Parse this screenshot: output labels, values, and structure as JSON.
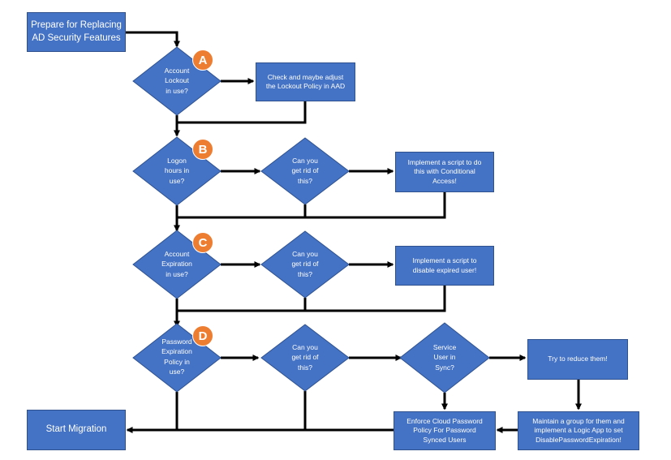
{
  "nodes": {
    "start": "Prepare for Replacing\nAD Security Features",
    "lockout_q": "Account\nLockout\nin use?",
    "lockout_action": "Check and maybe adjust\nthe Lockout Policy in AAD",
    "logon_q": "Logon\nhours in\nuse?",
    "logon_rid": "Can you\nget rid of\nthis?",
    "logon_action": "Implement a script to do\nthis with Conditional\nAccess!",
    "expiration_q": "Account\nExpiration\nin use?",
    "expiration_rid": "Can you\nget rid of\nthis?",
    "expiration_action": "Implement a script to\ndisable expired user!",
    "password_q": "Password\nExpiration\nPolicy in\nuse?",
    "password_rid": "Can you\nget rid of\nthis?",
    "service_q": "Service\nUser in\nSync?",
    "reduce_action": "Try to reduce them!",
    "maintain_action": "Maintain a group for them and\nimplement a Logic App to set\nDisablePasswordExpiration!",
    "enforce_action": "Enforce Cloud Password\nPolicy For Password\nSynced Users",
    "end": "Start Migration"
  },
  "badges": {
    "a": "A",
    "b": "B",
    "c": "C",
    "d": "D"
  },
  "colors": {
    "shape_fill": "#4472c4",
    "shape_border": "#2f528f",
    "badge": "#ed7d31",
    "connector": "#000000"
  }
}
